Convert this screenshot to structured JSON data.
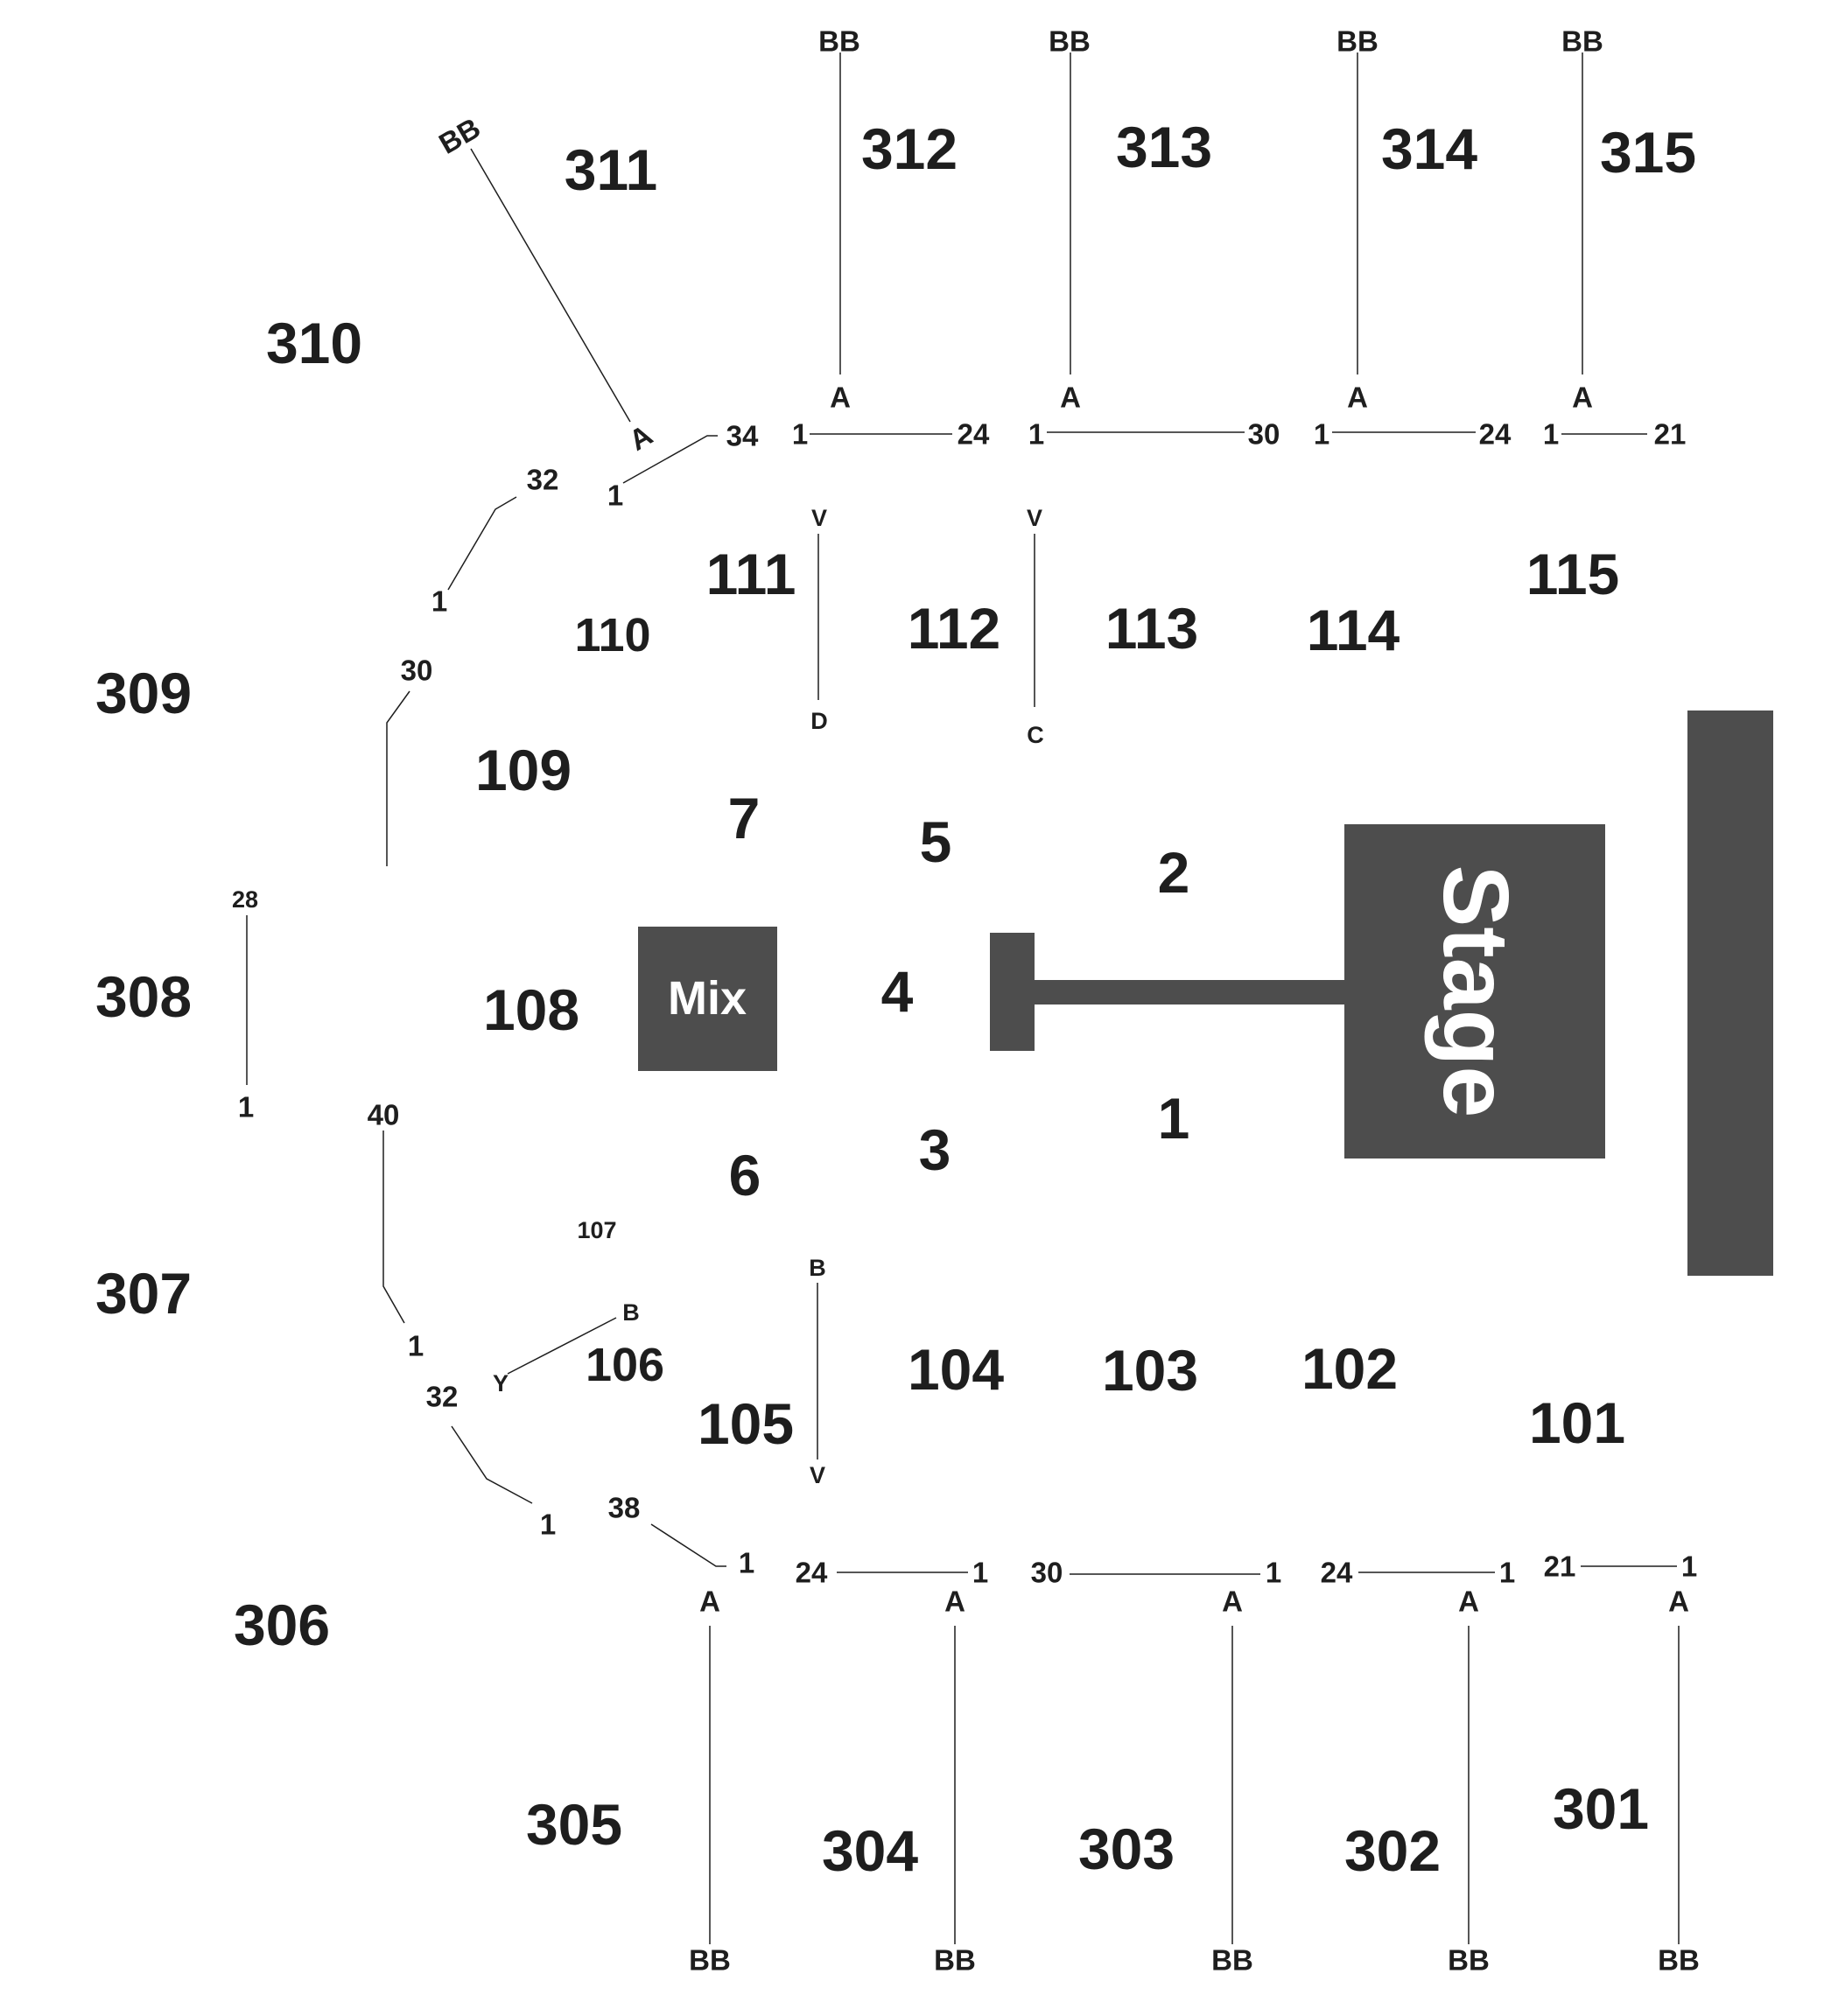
{
  "venue": {
    "stage": "Stage",
    "mix": "Mix"
  },
  "sections": {
    "s301": "301",
    "s302": "302",
    "s303": "303",
    "s304": "304",
    "s305": "305",
    "s306": "306",
    "s307": "307",
    "s308": "308",
    "s309": "309",
    "s310": "310",
    "s311": "311",
    "s312": "312",
    "s313": "313",
    "s314": "314",
    "s315": "315",
    "s101": "101",
    "s102": "102",
    "s103": "103",
    "s104": "104",
    "s105": "105",
    "s106": "106",
    "s107": "107",
    "s108": "108",
    "s109": "109",
    "s110": "110",
    "s111": "111",
    "s112": "112",
    "s113": "113",
    "s114": "114",
    "s115": "115",
    "f1": "1",
    "f2": "2",
    "f3": "3",
    "f4": "4",
    "f5": "5",
    "f6": "6",
    "f7": "7"
  },
  "rows": {
    "bb": "BB",
    "a": "A",
    "v": "V",
    "d": "D",
    "c": "C",
    "b": "B",
    "y": "Y"
  },
  "seats": {
    "n1": "1",
    "n21": "21",
    "n24": "24",
    "n28": "28",
    "n30": "30",
    "n32": "32",
    "n34": "34",
    "n38": "38",
    "n40": "40"
  }
}
